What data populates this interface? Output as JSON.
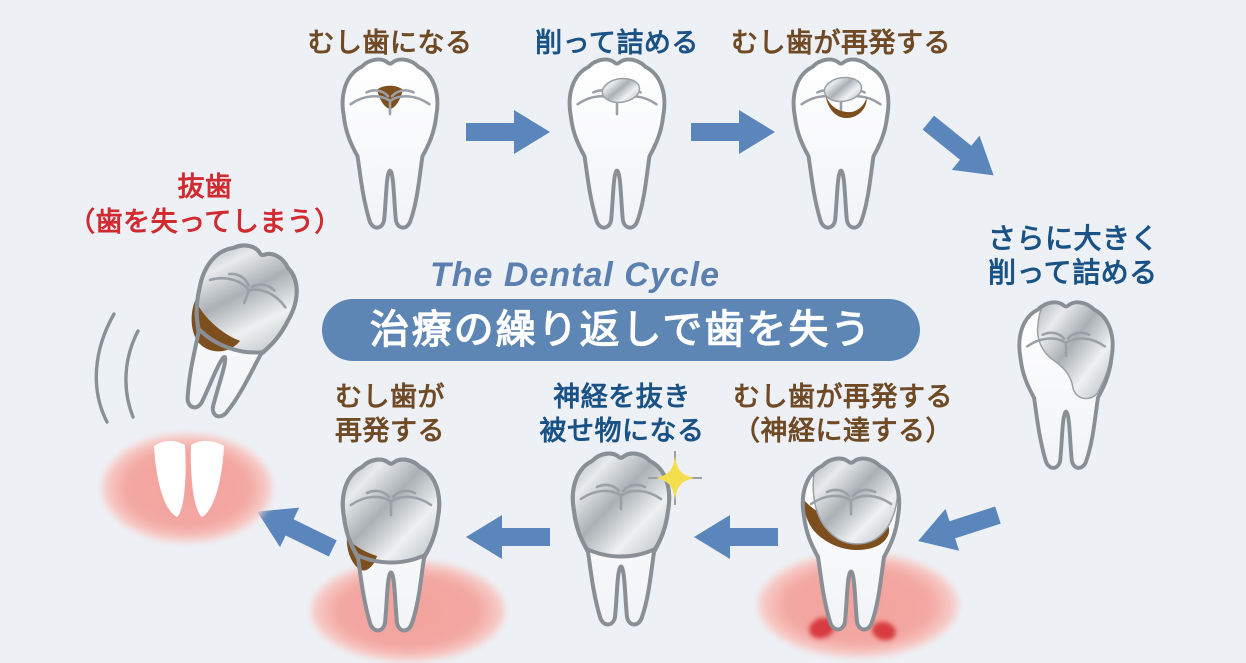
{
  "title": {
    "english": "The Dental Cycle",
    "badge": "治療の繰り返しで歯を失う"
  },
  "steps": [
    {
      "id": "become-cavity",
      "lines": [
        "むし歯になる"
      ]
    },
    {
      "id": "drill-and-fill",
      "lines": [
        "削って詰める"
      ]
    },
    {
      "id": "cavity-recurs-1",
      "lines": [
        "むし歯が再発する"
      ]
    },
    {
      "id": "bigger-fill",
      "lines": [
        "さらに大きく",
        "削って詰める"
      ]
    },
    {
      "id": "cavity-reaches-nerve",
      "lines": [
        "むし歯が再発する",
        "（神経に達する）"
      ]
    },
    {
      "id": "root-canal-crown",
      "lines": [
        "神経を抜き",
        "被せ物になる"
      ]
    },
    {
      "id": "cavity-recurs-2",
      "lines": [
        "むし歯が",
        "再発する"
      ]
    },
    {
      "id": "extraction",
      "lines": [
        "抜歯",
        "（歯を失ってしまう）"
      ]
    }
  ],
  "icons": {
    "teeth": [
      "tooth-cavity-icon",
      "tooth-filling-icon",
      "tooth-refilled-decay-icon",
      "tooth-large-filling-icon",
      "tooth-deep-decay-gum-icon",
      "tooth-crown-sparkle-icon",
      "tooth-crown-decay-gum-icon",
      "tooth-extraction-icon"
    ],
    "arrows": [
      "arrow-right-icon",
      "arrow-right-icon",
      "arrow-down-right-icon",
      "arrow-down-left-icon",
      "arrow-left-icon",
      "arrow-left-icon",
      "arrow-up-left-icon"
    ],
    "other": [
      "sparkle-icon",
      "gum-socket-icon",
      "motion-lines-icon",
      "inflamed-gum-icon"
    ]
  },
  "colors": {
    "background": "#edf1f6",
    "arrow_blue": "#5b86bc",
    "badge_blue": "#5e86b4",
    "title_blue": "#5b7fae",
    "label_brown": "#6f4a25",
    "label_blue": "#1a5285",
    "label_red": "#d02b30",
    "tooth_outline": "#898f94",
    "cavity_brown": "#7d4e1e",
    "gum_pink": "#f2a6a1",
    "inflamed_red": "#d83a40",
    "filling_silver": "#c6cacd",
    "sparkle_yellow": "#f3de4d"
  }
}
